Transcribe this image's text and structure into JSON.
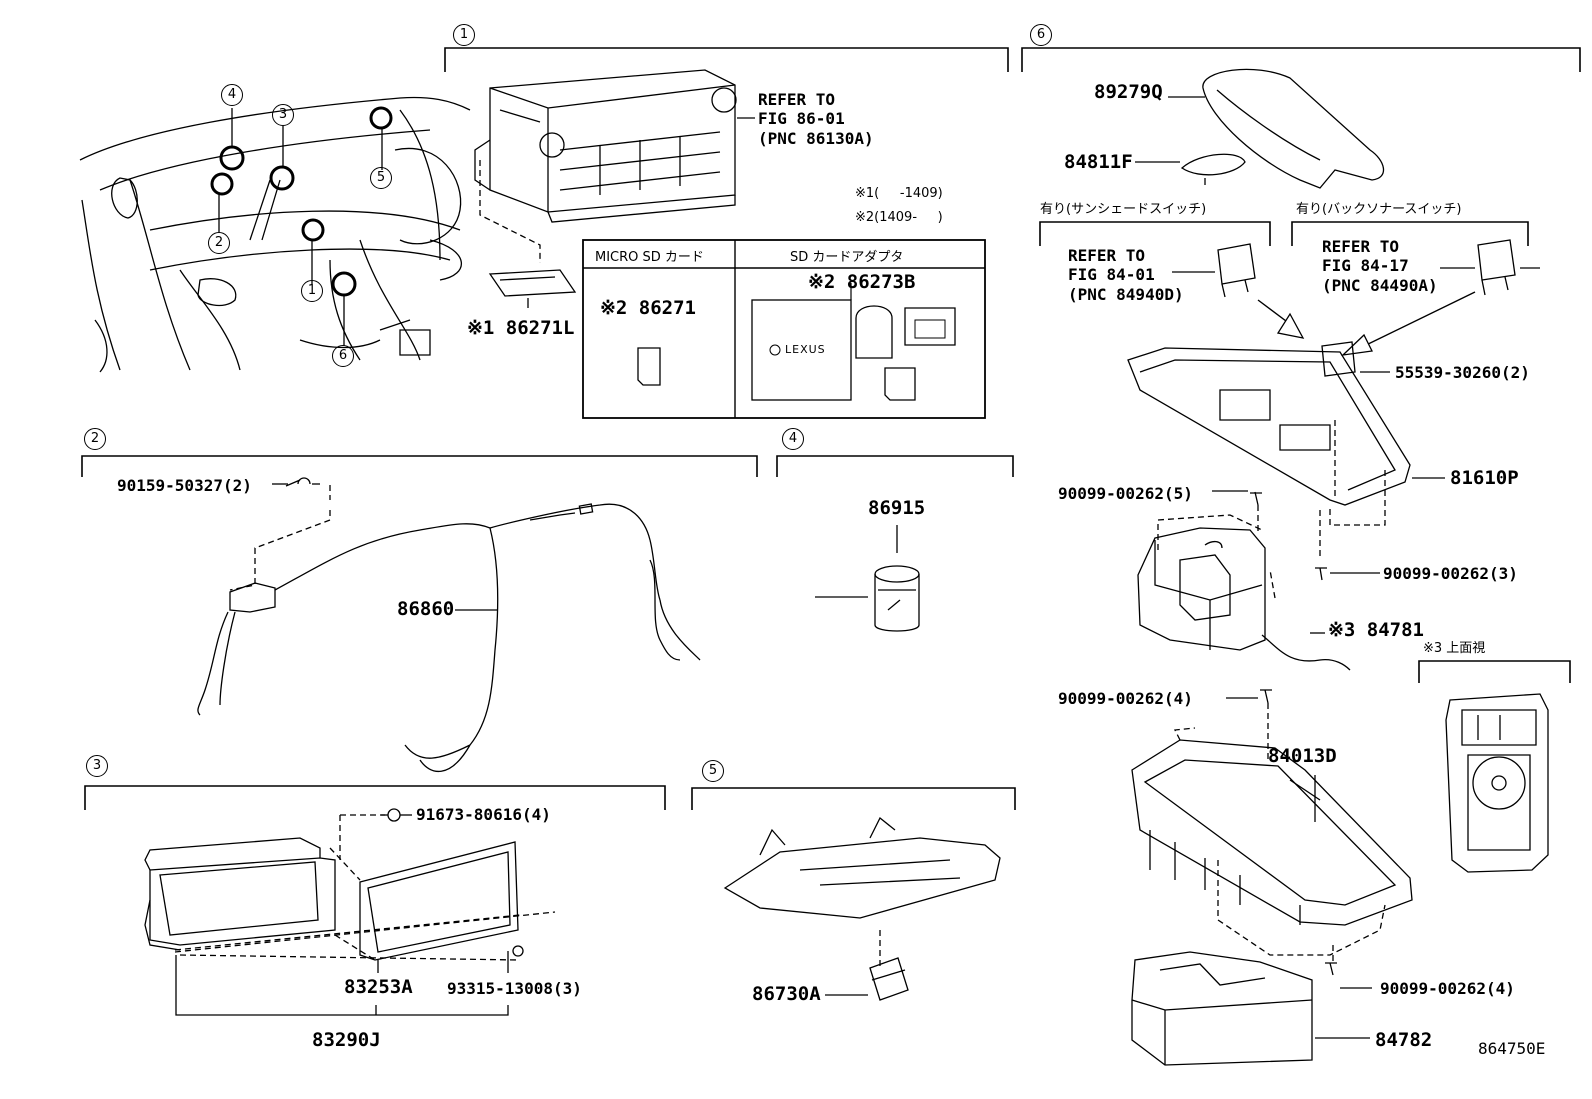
{
  "sections": [
    {
      "number": "1"
    },
    {
      "number": "2"
    },
    {
      "number": "3"
    },
    {
      "number": "4"
    },
    {
      "number": "5"
    },
    {
      "number": "6"
    }
  ],
  "overview": {
    "callouts": [
      "4",
      "3",
      "5",
      "2",
      "1",
      "6"
    ]
  },
  "section1": {
    "refer": [
      "REFER TO",
      "FIG 86-01",
      "(PNC 86130A)"
    ],
    "notes": [
      "※1(     -1409)",
      "※2(1409-     )"
    ],
    "part_86271L": "※1 86271L",
    "table": {
      "col1_header": "MICRO SD カード",
      "col2_header": "SD カードアダプタ",
      "col1_part": "※2 86271",
      "col2_part": "※2 86273B",
      "logo": "LEXUS"
    }
  },
  "section2": {
    "screw": "90159-50327(2)",
    "harness": "86860"
  },
  "section3": {
    "screw_top": "91673-80616(4)",
    "panel": "83253A",
    "screw_bottom": "93315-13008(3)",
    "assy": "83290J"
  },
  "section4": {
    "part": "86915"
  },
  "section5": {
    "part": "86730A"
  },
  "section6": {
    "lid": "89279Q",
    "pad": "84811F",
    "note_left": "有り(サンシェードスイッチ)",
    "note_right": "有り(バックソナースイッチ)",
    "refer_left": [
      "REFER TO",
      "FIG 84-01",
      "(PNC 84940D)"
    ],
    "refer_right": [
      "REFER TO",
      "FIG 84-17",
      "(PNC 84490A)"
    ],
    "cover_switch": "55539-30260(2)",
    "panel": "81610P",
    "screw_a": "90099-00262(5)",
    "screw_b": "90099-00262(3)",
    "controller": "※3 84781",
    "top_view": "※3 上面視",
    "screw_c": "90099-00262(4)",
    "housing": "84013D",
    "screw_d": "90099-00262(4)",
    "base": "84782"
  },
  "drawing_number": "864750E"
}
